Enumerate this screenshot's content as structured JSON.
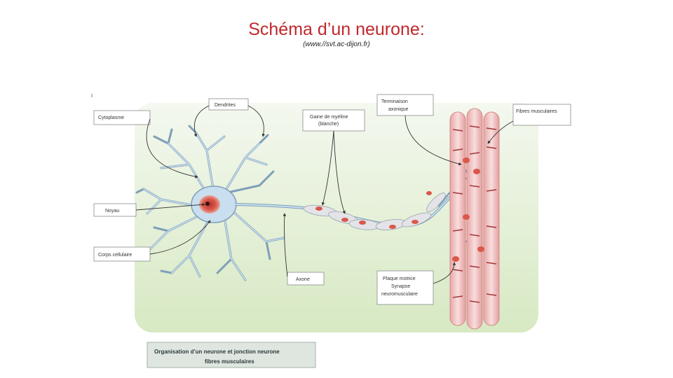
{
  "slide": {
    "title": "Schéma d’un neurone:",
    "source": "(www.//svt.ac-dijon.fr)"
  },
  "figure": {
    "figure_marker": "I",
    "labels": {
      "dendrites": "Dendrites",
      "cytoplasme": "Cytoplasme",
      "gaine_l1": "Gaine de myéline",
      "gaine_l2": "(blanche)",
      "terminaison_l1": "Terminaison",
      "terminaison_l2": "axonique",
      "fibres": "Fibres musculaires",
      "noyau": "Noyau",
      "corps": "Corps cellulaire",
      "axone": "Axone",
      "plaque_l1": "Plaque motrice",
      "plaque_l2": "Synapse",
      "plaque_l3": "neuromusculaire"
    },
    "caption_l1": "Organisation d’un neurone et jonction neurone",
    "caption_l2": "fibres musculaires",
    "colors": {
      "background_green": "#dfeed0",
      "neuron_blue": "#c9dff0",
      "neuron_outline": "#7f9fb8",
      "nucleus": "#d9584a",
      "myelin": "#e3e3e8",
      "muscle": "#f3c8c8",
      "caption_bg": "#dfe6e0"
    }
  }
}
